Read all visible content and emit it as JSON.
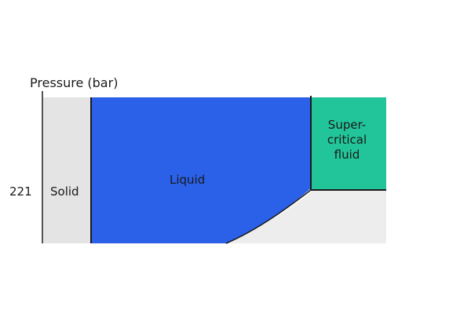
{
  "diagram": {
    "axis_title": "Pressure (bar)",
    "tick_label": "221",
    "regions": {
      "solid": "Solid",
      "liquid": "Liquid",
      "supercritical_lines": [
        "Super-",
        "critical",
        "fluid"
      ]
    },
    "colors": {
      "solid": "#e4e4e4",
      "liquid": "#2b60e8",
      "supercritical": "#22c49a",
      "gas": "#ededed",
      "lines": "#1a1a1a"
    }
  }
}
